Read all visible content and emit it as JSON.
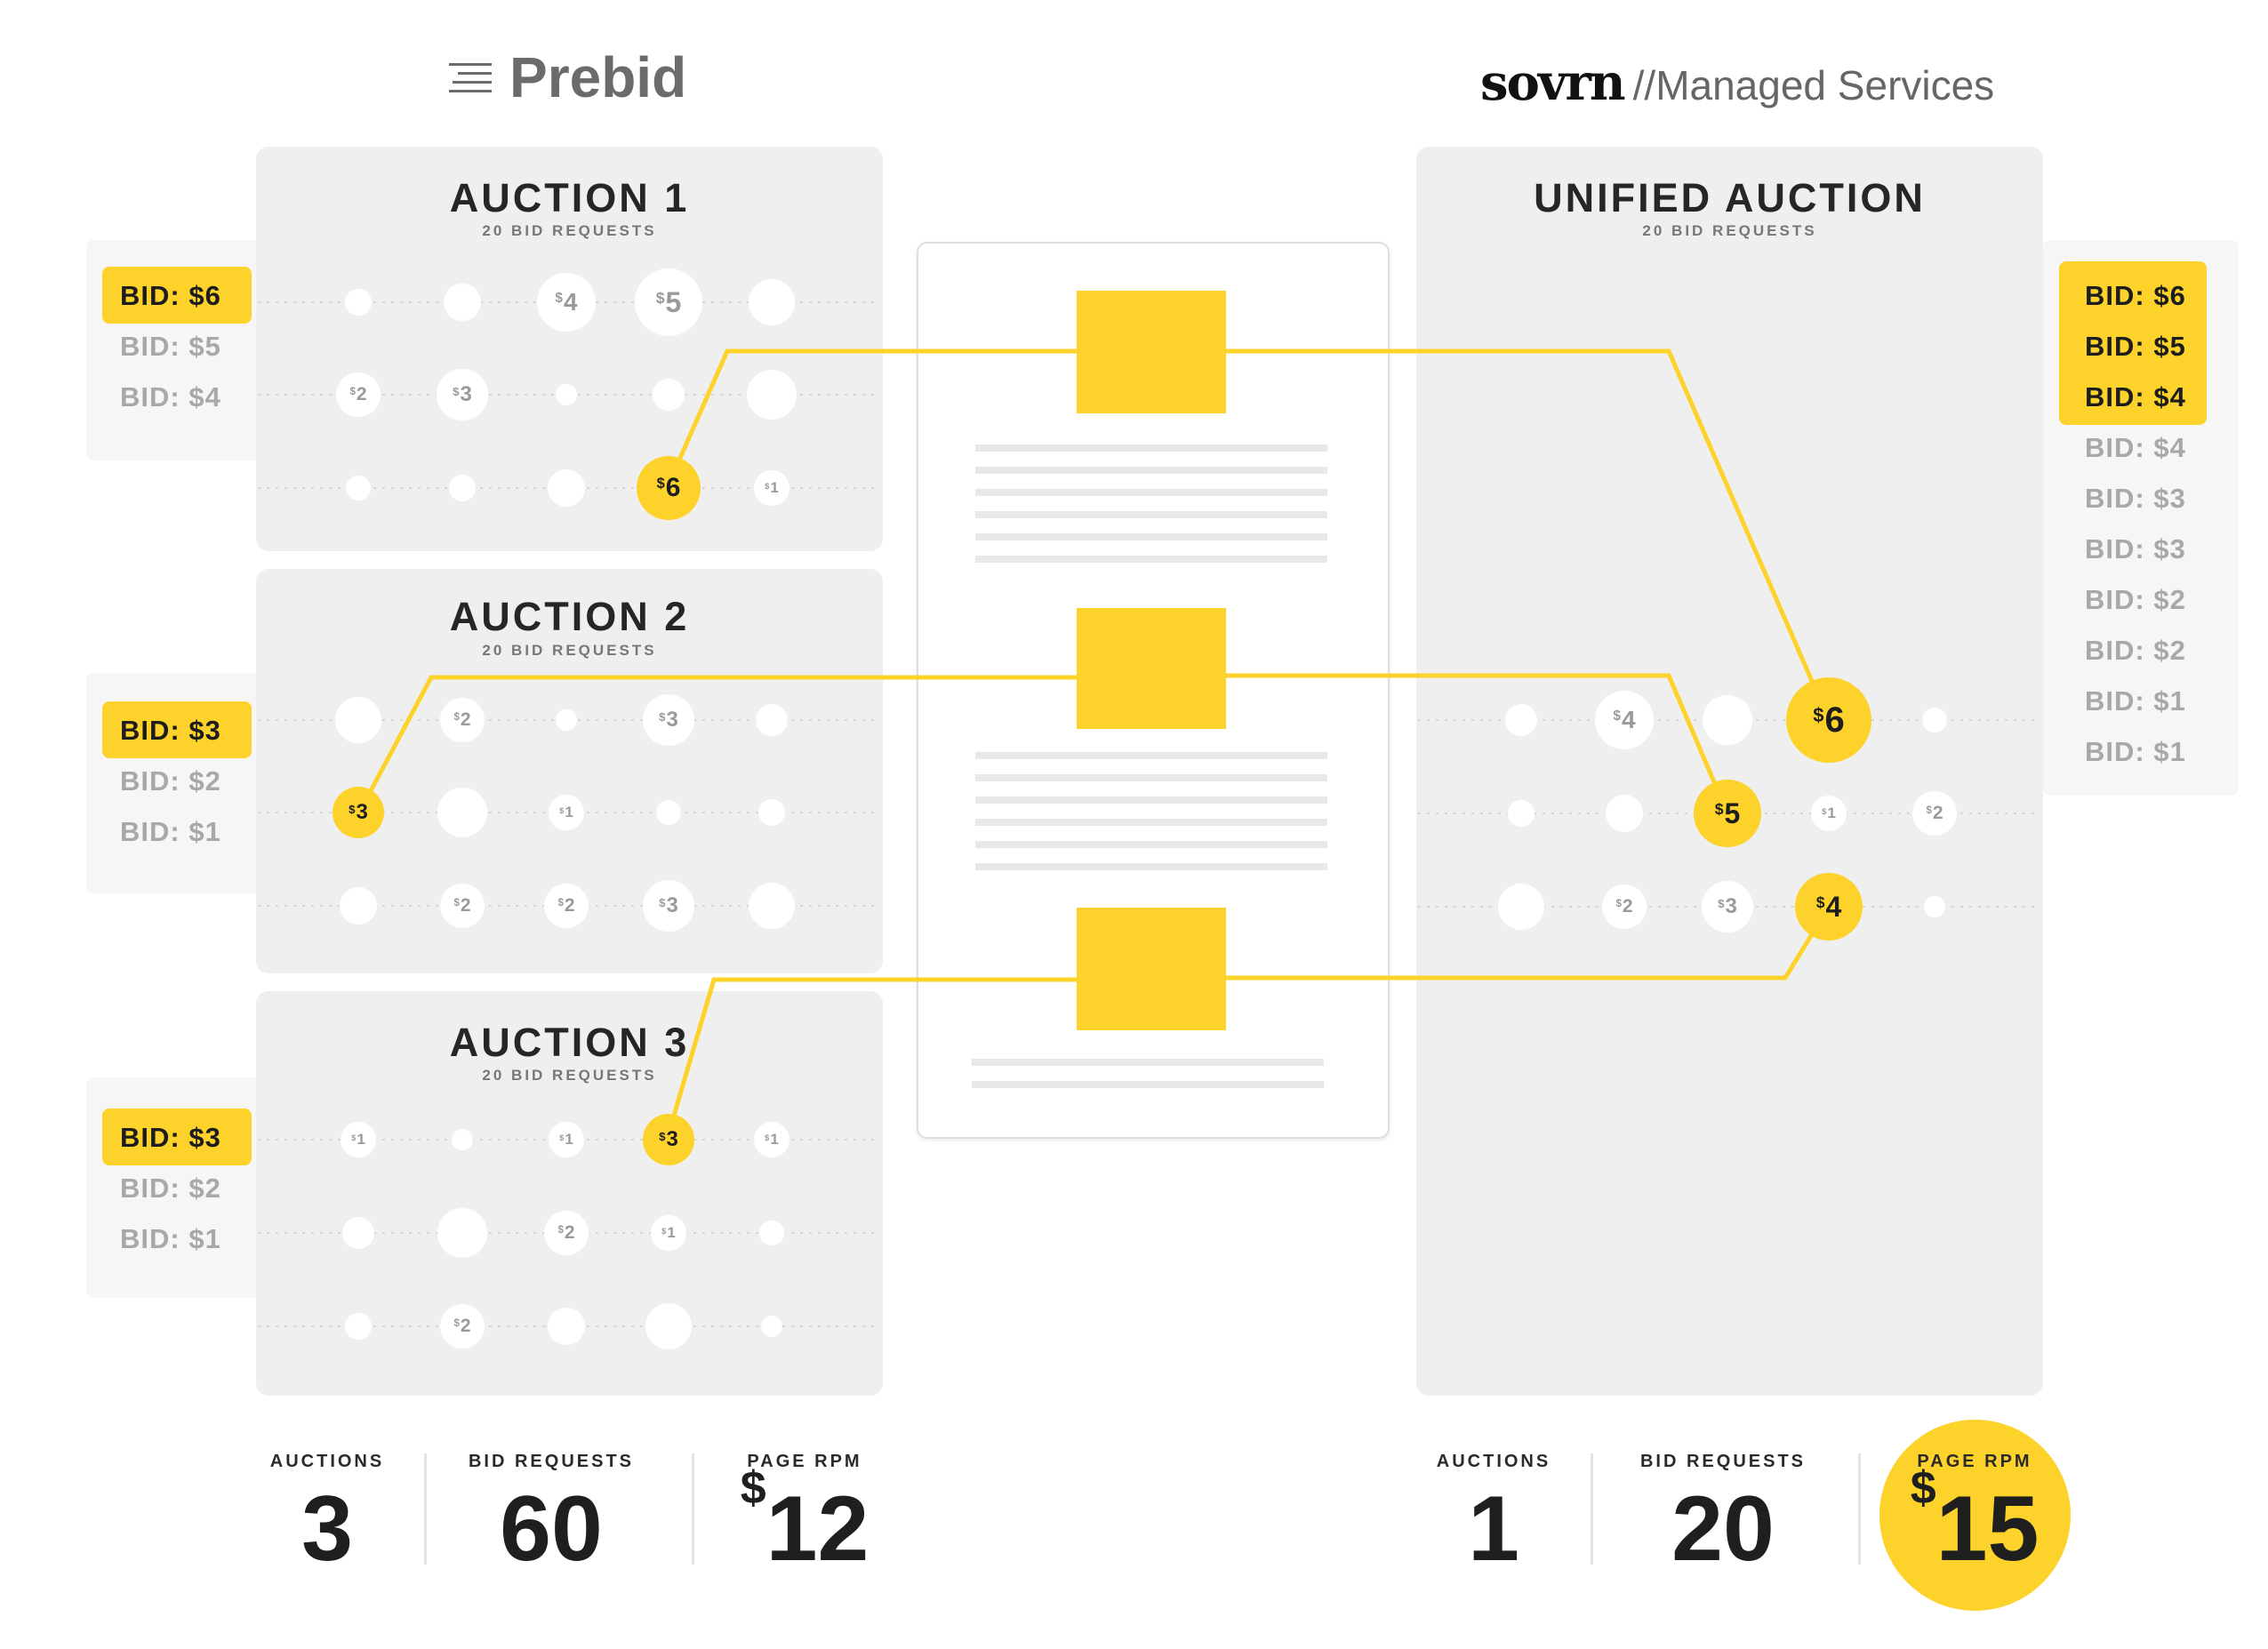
{
  "header": {
    "left_brand": "Prebid",
    "right_brand": "sovrn",
    "right_tagline": "//Managed Services"
  },
  "auctions": [
    {
      "title": "AUCTION 1",
      "subtitle": "20 BID REQUESTS",
      "bids": [
        "BID: $6",
        "BID: $5",
        "BID: $4"
      ],
      "dots": [
        [
          "",
          "",
          "4",
          "5",
          ""
        ],
        [
          "2",
          "3",
          "",
          "",
          ""
        ],
        [
          "",
          "",
          "",
          "6",
          "1"
        ]
      ]
    },
    {
      "title": "AUCTION 2",
      "subtitle": "20 BID REQUESTS",
      "bids": [
        "BID: $3",
        "BID: $2",
        "BID: $1"
      ],
      "dots": [
        [
          "",
          "2",
          "",
          "3",
          ""
        ],
        [
          "3",
          "",
          "1",
          "",
          ""
        ],
        [
          "",
          "2",
          "2",
          "3",
          ""
        ]
      ]
    },
    {
      "title": "AUCTION 3",
      "subtitle": "20 BID REQUESTS",
      "bids": [
        "BID: $3",
        "BID: $2",
        "BID: $1"
      ],
      "dots": [
        [
          "1",
          "",
          "1",
          "3",
          "1"
        ],
        [
          "",
          "",
          "2",
          "1",
          ""
        ],
        [
          "",
          "2",
          "",
          "",
          ""
        ]
      ]
    }
  ],
  "unified": {
    "title": "UNIFIED AUCTION",
    "subtitle": "20 BID REQUESTS",
    "bids": [
      "BID: $6",
      "BID: $5",
      "BID: $4",
      "BID: $4",
      "BID: $3",
      "BID: $3",
      "BID: $2",
      "BID: $2",
      "BID: $1",
      "BID: $1"
    ],
    "dots": [
      [
        "",
        "4",
        "",
        "6",
        ""
      ],
      [
        "",
        "",
        "5",
        "1",
        "2"
      ],
      [
        "",
        "2",
        "3",
        "4",
        ""
      ]
    ]
  },
  "stats_left": [
    {
      "label": "AUCTIONS",
      "value": "3"
    },
    {
      "label": "BID REQUESTS",
      "value": "60"
    },
    {
      "label": "PAGE RPM",
      "currency": "$",
      "value": "12"
    }
  ],
  "stats_right": [
    {
      "label": "AUCTIONS",
      "value": "1"
    },
    {
      "label": "BID REQUESTS",
      "value": "20"
    },
    {
      "label": "PAGE RPM",
      "currency": "$",
      "value": "15"
    }
  ],
  "colors": {
    "accent": "#fdd22b",
    "panel": "#efefef",
    "muted": "#a8a8a8"
  },
  "icons": {
    "prebid_logo": "lines-icon"
  }
}
